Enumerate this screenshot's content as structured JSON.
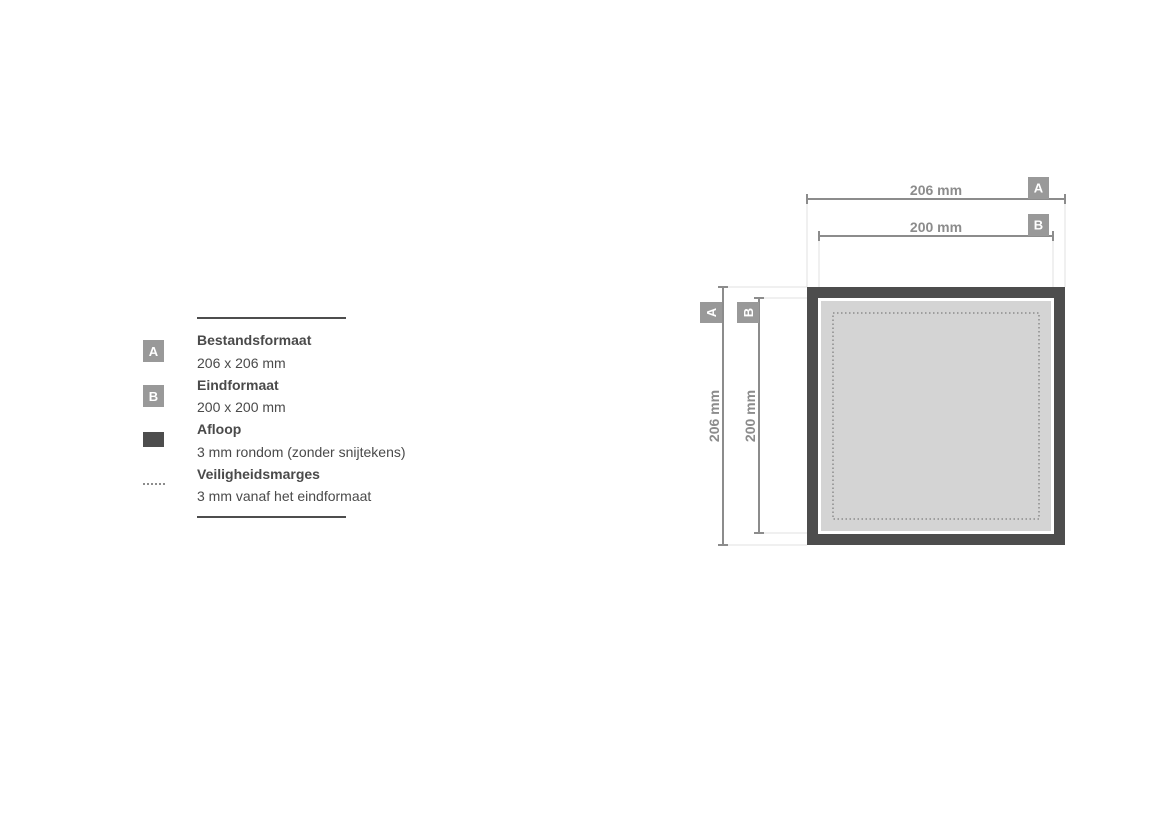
{
  "legend": {
    "items": [
      {
        "badge": "A",
        "title": "Bestandsformaat",
        "desc": "206 x 206 mm"
      },
      {
        "badge": "B",
        "title": "Eindformaat",
        "desc": "200 x 200 mm"
      },
      {
        "title": "Afloop",
        "desc": "3 mm rondom (zonder snijtekens)"
      },
      {
        "title": "Veiligheidsmarges",
        "desc": "3 mm vanaf het eindformaat"
      }
    ]
  },
  "diagram": {
    "file_width_label": "206 mm",
    "final_width_label": "200 mm",
    "file_height_label": "206 mm",
    "final_height_label": "200 mm",
    "badge_a": "A",
    "badge_b": "B",
    "colors": {
      "bleed": "#4d4d4d",
      "trim_area": "#d4d4d4",
      "badge": "#999999",
      "dimension_line": "#8c8c8c"
    }
  }
}
